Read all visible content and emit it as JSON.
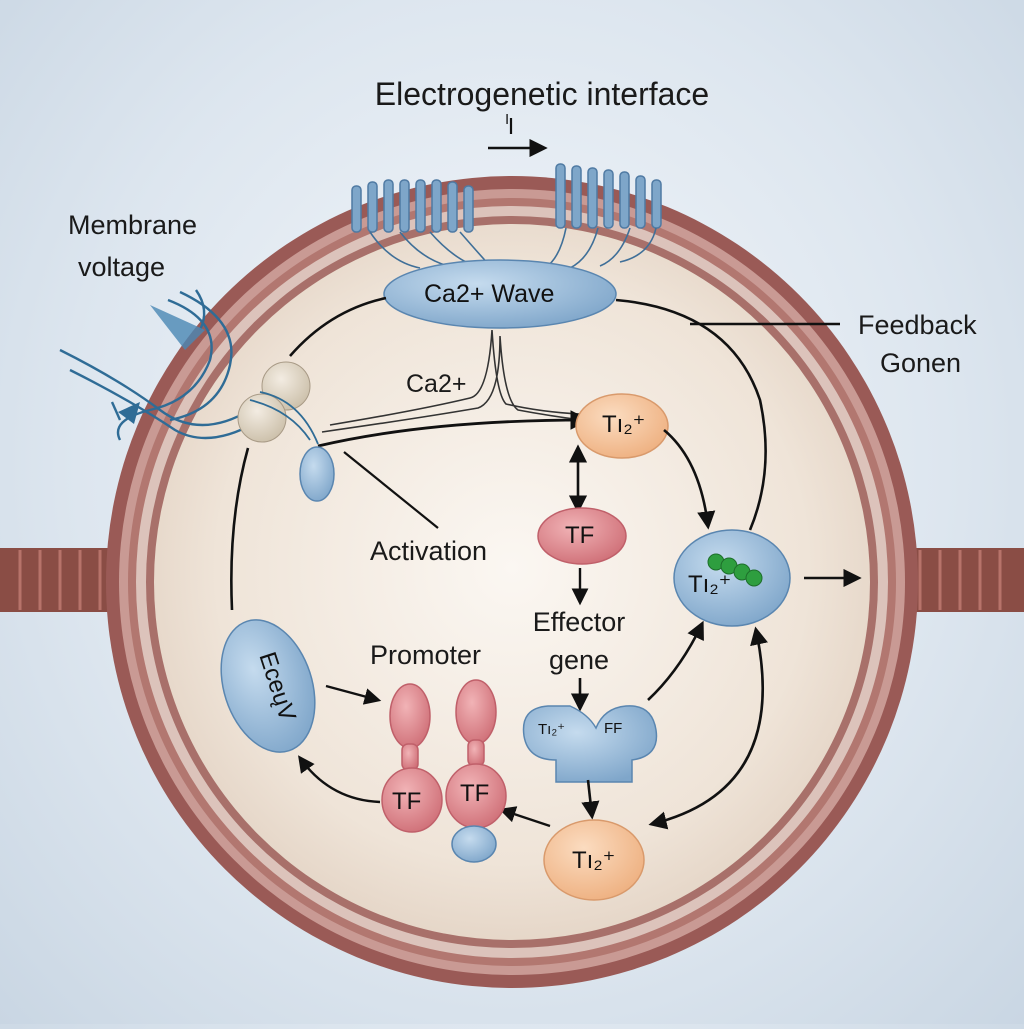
{
  "title": "Electrogenetic interface",
  "title_marker": "I",
  "labels": {
    "membrane_voltage_line1": "Membrane",
    "membrane_voltage_line2": "voltage",
    "feedback_line1": "Feedback",
    "feedback_line2": "Gonen",
    "ca_signal": "Ca2+",
    "activation": "Activation",
    "promoter": "Promoter",
    "effector_line1": "Effector",
    "effector_line2": "gene"
  },
  "nodes": {
    "ca_wave": "Ca2+ Wave",
    "til_top": "Tı₂⁺",
    "tf_center": "TF",
    "til_right": "Tı₂⁺",
    "ecey": "EceųV",
    "tf_left": "TF",
    "tf_right": "TF",
    "receptor_left": "Tı₂⁺",
    "receptor_right": "FF",
    "til_bottom": "Tı₂⁺"
  },
  "colors": {
    "membrane": "#9a5a56",
    "cytoplasm": "#f3ebe2",
    "blue_node": "#8fb3d4",
    "red_node": "#d9838a",
    "orange_node": "#f3c39a",
    "green_dot": "#2e9e3f"
  }
}
